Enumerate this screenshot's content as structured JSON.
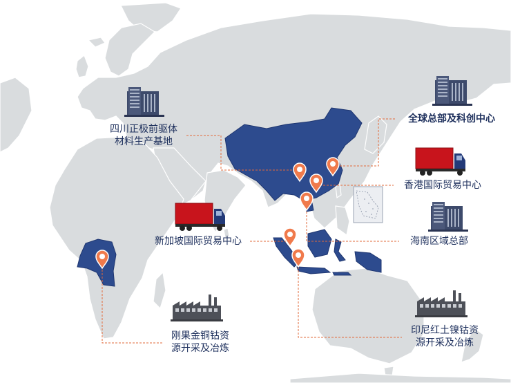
{
  "colors": {
    "land": "#d9dcde",
    "highlight": "#2d4b8e",
    "highlight_edge": "#1f3670",
    "pin": "#f07a4c",
    "leader": "#e26a3a",
    "label": "#1d2f5c",
    "icon": "#3d4a6b",
    "truck_red": "#c8141c"
  },
  "sites": {
    "sichuan": {
      "line1": "四川正极前驱体",
      "line2": "材料生产基地",
      "icon": "office-building-icon"
    },
    "hq": {
      "line1": "全球总部及科创中心",
      "icon": "office-building-icon"
    },
    "hongkong": {
      "line1": "香港国际贸易中心",
      "icon": "truck-icon"
    },
    "singapore": {
      "line1": "新加坡国际贸易中心",
      "icon": "truck-icon"
    },
    "hainan": {
      "line1": "海南区域总部",
      "icon": "office-building-icon"
    },
    "congo": {
      "line1": "刚果金铜钴资",
      "line2": "源开采及冶炼",
      "icon": "factory-icon"
    },
    "indonesia": {
      "line1": "印尼红土镍钴资",
      "line2": "源开采及冶炼",
      "icon": "factory-icon"
    }
  }
}
